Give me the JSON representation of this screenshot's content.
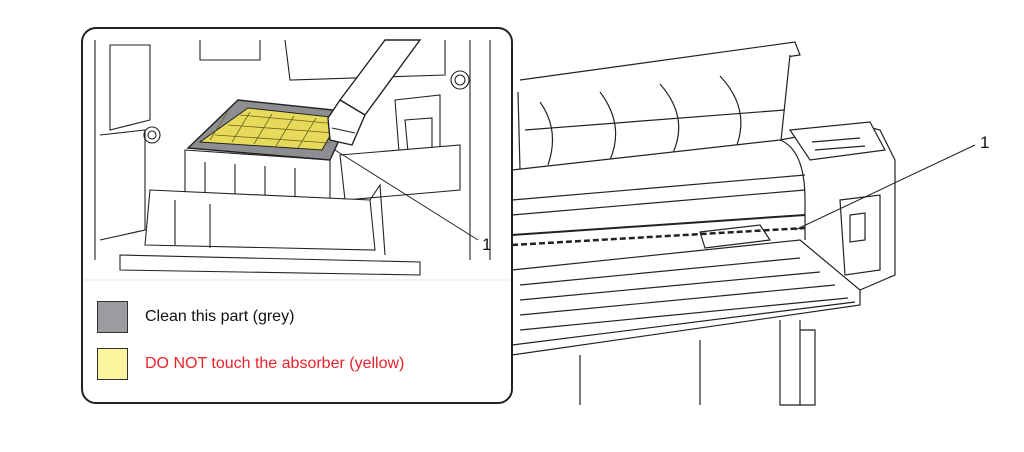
{
  "callouts": {
    "left": "1",
    "right": "1"
  },
  "legend": {
    "items": [
      {
        "label": "Clean this part (grey)",
        "swatch_color": "#9a9ca0",
        "text_color": "#111111"
      },
      {
        "label": "DO NOT touch the absorber (yellow)",
        "swatch_color": "#fbf5a0",
        "text_color": "#e8232a"
      }
    ]
  },
  "colors": {
    "outline": "#222222",
    "absorber_yellow": "#e7da5a",
    "wiper_grey": "#7d7f83"
  }
}
